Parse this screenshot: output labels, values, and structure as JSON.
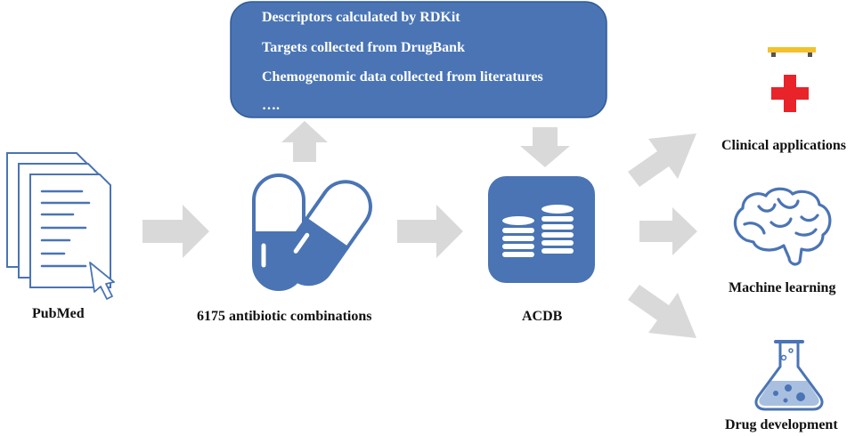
{
  "info_box": {
    "lines": [
      "Descriptors calculated by RDKit",
      "Targets collected from DrugBank",
      "Chemogenomic data collected from literatures",
      "…."
    ]
  },
  "labels": {
    "pubmed": "PubMed",
    "combinations": "6175 antibiotic combinations",
    "acdb": "ACDB",
    "clinical": "Clinical applications",
    "machine_learning": "Machine learning",
    "drug_development": "Drug development"
  },
  "icons": {
    "documents": "document-stack-icon",
    "cursor": "cursor-icon",
    "capsules": "capsule-pills-icon",
    "database": "coin-stack-database-icon",
    "clinical_bar": "stretcher-icon",
    "clinical_cross": "medical-cross-icon",
    "brain": "brain-icon",
    "flask": "flask-icon"
  },
  "colors": {
    "primary_blue": "#4a74b4",
    "dark_blue": "#2f5a98",
    "arrow_gray": "#d9d9d9",
    "medical_red": "#e8232a",
    "stretcher_yellow": "#f4c12a",
    "text": "#111111"
  }
}
